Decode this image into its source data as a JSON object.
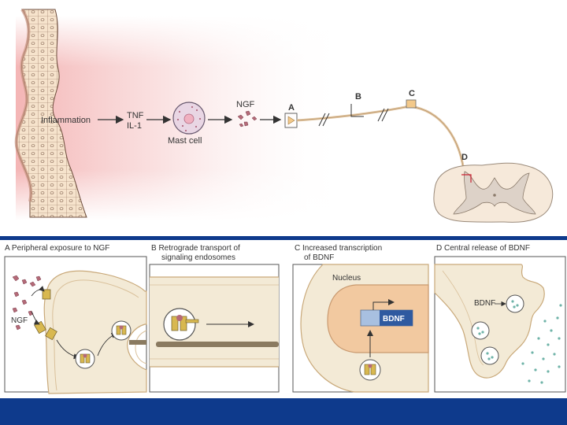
{
  "top": {
    "inflammation": "Inflammation",
    "tnf": "TNF",
    "il1": "IL-1",
    "mast_cell": "Mast cell",
    "ngf": "NGF",
    "site_a": "A",
    "site_b": "B",
    "site_c": "C",
    "site_d": "D"
  },
  "panels": {
    "a": {
      "title_1": "A  Peripheral exposure to NGF",
      "ngf": "NGF"
    },
    "b": {
      "title_1": "B  Retrograde transport of",
      "title_2": "signaling endosomes"
    },
    "c": {
      "title_1": "C  Increased transcription",
      "title_2": "of BDNF",
      "nucleus": "Nucleus",
      "gene": "BDNF"
    },
    "d": {
      "title_1": "D  Central release of BDNF",
      "bdnf": "BDNF"
    }
  },
  "colors": {
    "accent_bar": "#0e3a8c",
    "footer": "#0e3a8c",
    "axon_fill": "#f3ead6",
    "axon_line": "#c9a97a",
    "nucleus_fill": "#f2c9a0",
    "gene_fill": "#a8c0e0",
    "ngf_dot": "#b46a78",
    "bdnf_dot": "#6fb3a8"
  }
}
